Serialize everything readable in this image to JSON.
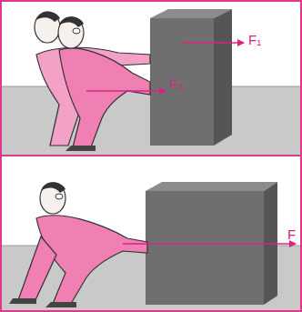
{
  "diagram": {
    "labels": [
      "F₁",
      "F₂",
      "F"
    ]
  }
}
